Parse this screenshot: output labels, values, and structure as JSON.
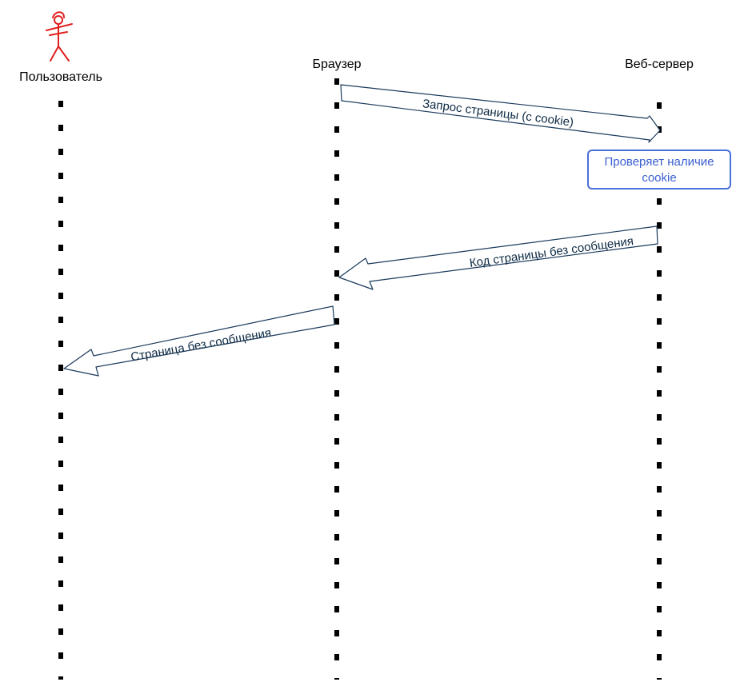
{
  "participants": {
    "user": "Пользователь",
    "browser": "Браузер",
    "server": "Веб-сервер"
  },
  "messages": [
    {
      "from": "browser",
      "to": "server",
      "label": "Запрос страницы (с cookie)"
    },
    {
      "from": "server",
      "to": "browser",
      "label": "Код страницы без сообщения"
    },
    {
      "from": "browser",
      "to": "user",
      "label": "Страница без сообщения"
    }
  ],
  "notes": [
    {
      "participant": "server",
      "text": "Проверяет наличие cookie"
    }
  ],
  "colors": {
    "actor": "#e02020",
    "arrow_stroke": "#1a3a5c",
    "note_border": "#4a6fd8",
    "note_text": "#3a5fcf",
    "lifeline": "#000000"
  },
  "icons": {
    "actor": "stick-figure-icon"
  }
}
